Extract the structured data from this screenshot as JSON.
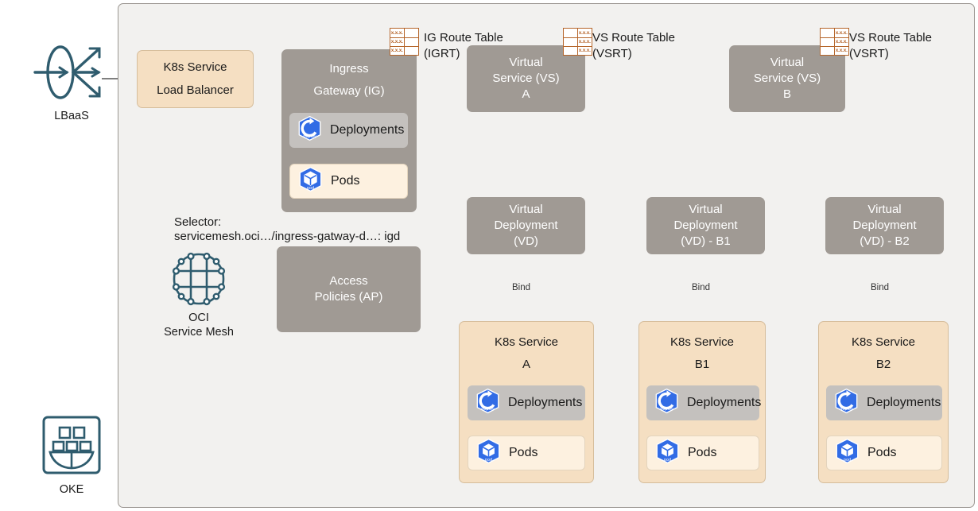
{
  "diagram": {
    "title": "OCI Service Mesh on OKE architecture",
    "colors": {
      "gray_box": "#a09a94",
      "peach_box": "#f5dfc2",
      "canvas": "#f2f1ef",
      "teal_icon": "#2f5c6e",
      "k8s_blue": "#326ce5",
      "route_table_orange": "#b5652a",
      "wire": "#555555"
    }
  },
  "external": {
    "lbaas": {
      "label": "LBaaS",
      "icon": "load-balancer-icon"
    },
    "oke": {
      "label": "OKE",
      "icon": "oke-container-ship-icon"
    }
  },
  "nodes": {
    "load_balancer": {
      "line1": "K8s Service",
      "line2": "Load Balancer"
    },
    "ingress_gateway": {
      "line1": "Ingress",
      "line2": "Gateway (IG)"
    },
    "virtual_service_a": {
      "line1": "Virtual",
      "line2": "Service (VS)",
      "line3": "A"
    },
    "virtual_service_b": {
      "line1": "Virtual",
      "line2": "Service (VS)",
      "line3": "B"
    },
    "virtual_deployment": {
      "line1": "Virtual",
      "line2": "Deployment",
      "line3": "(VD)"
    },
    "virtual_deployment_b1": {
      "line1": "Virtual",
      "line2": "Deployment",
      "line3": "(VD) - B1"
    },
    "virtual_deployment_b2": {
      "line1": "Virtual",
      "line2": "Deployment",
      "line3": "(VD) - B2"
    },
    "access_policies": {
      "line1": "Access",
      "line2": "Policies (AP)"
    },
    "k8s_service_a": {
      "line1": "K8s Service",
      "line2": "A"
    },
    "k8s_service_b1": {
      "line1": "K8s Service",
      "line2": "B1"
    },
    "k8s_service_b2": {
      "line1": "K8s Service",
      "line2": "B2"
    }
  },
  "chips": {
    "deployments": "Deployments",
    "pods": "Pods"
  },
  "route_tables": {
    "igrt": {
      "line1": "IG Route Table",
      "line2": "(IGRT)",
      "cell_text": "x.x.x.",
      "align": "left"
    },
    "vsrt_a": {
      "line1": "VS Route Table",
      "line2": "(VSRT)",
      "cell_text": "x.x.x.",
      "align": "right"
    },
    "vsrt_b": {
      "line1": "VS Route Table",
      "line2": "(VSRT)",
      "cell_text": "x.x.x.",
      "align": "right"
    }
  },
  "annotations": {
    "selector_line1": "Selector:",
    "selector_line2": "servicemesh.oci…/ingress-gatway-d…: igd",
    "service_mesh_line1": "OCI",
    "service_mesh_line2": "Service Mesh",
    "bind_a": "Bind",
    "bind_b1": "Bind",
    "bind_b2": "Bind"
  }
}
